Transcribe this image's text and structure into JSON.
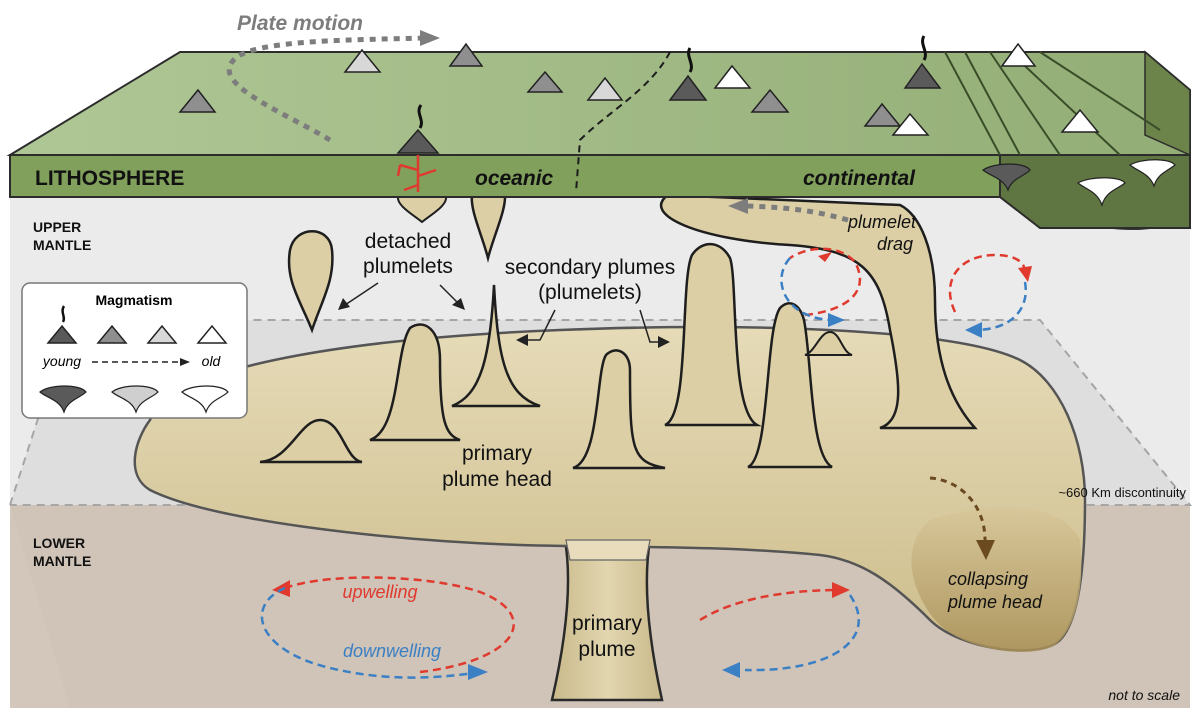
{
  "labels": {
    "plate_motion": "Plate motion",
    "lithosphere": "LITHOSPHERE",
    "oceanic": "oceanic",
    "continental": "continental",
    "upper_mantle_1": "UPPER",
    "upper_mantle_2": "MANTLE",
    "lower_mantle_1": "LOWER",
    "lower_mantle_2": "MANTLE",
    "detached_1": "detached",
    "detached_2": "plumelets",
    "secondary_1": "secondary plumes",
    "secondary_2": "(plumelets)",
    "plumelet_drag_1": "plumelet",
    "plumelet_drag_2": "drag",
    "primary_head_1": "primary",
    "primary_head_2": "plume head",
    "discontinuity": "~660 Km discontinuity",
    "upwelling": "upwelling",
    "downwelling": "downwelling",
    "primary_plume_1": "primary",
    "primary_plume_2": "plume",
    "collapsing_1": "collapsing",
    "collapsing_2": "plume head",
    "not_to_scale": "not to scale"
  },
  "legend": {
    "title": "Magmatism",
    "young": "young",
    "old": "old",
    "icons": [
      "volcano-active-icon",
      "volcano-young-icon",
      "volcano-old-icon",
      "volcano-oldest-icon",
      "intrusion-young-icon",
      "intrusion-mid-icon",
      "intrusion-old-icon"
    ]
  },
  "colors": {
    "plate_top": "#a5c08a",
    "plate_front": "#7f9a5d",
    "plate_right": "#5e7341",
    "plume": "#dccfa6",
    "upper_mantle": "#e4e4e4",
    "lower_mantle": "#d6cbc0",
    "upwelling": "#e03a2f",
    "downwelling": "#3b7fc4",
    "magma": "#e03a2f"
  }
}
